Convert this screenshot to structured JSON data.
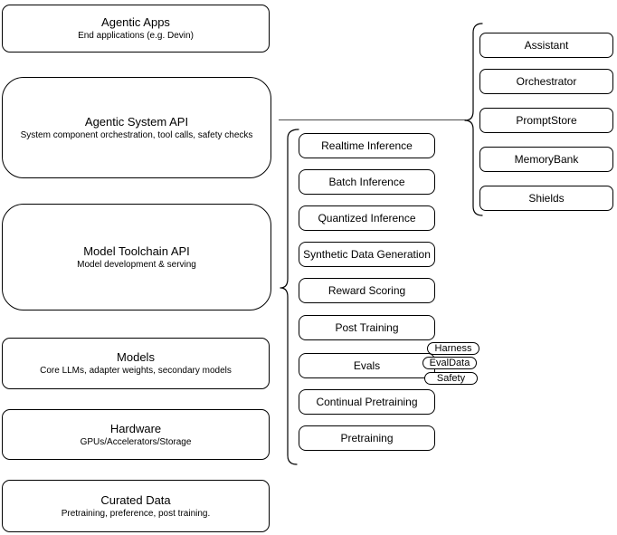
{
  "diagram": {
    "left_column": [
      {
        "title": "Agentic Apps",
        "subtitle": "End applications (e.g. Devin)"
      },
      {
        "title": "Agentic System API",
        "subtitle": "System component orchestration, tool calls, safety checks"
      },
      {
        "title": "Model Toolchain API",
        "subtitle": "Model development & serving"
      },
      {
        "title": "Models",
        "subtitle": "Core LLMs, adapter weights, secondary models"
      },
      {
        "title": "Hardware",
        "subtitle": "GPUs/Accelerators/Storage"
      },
      {
        "title": "Curated Data",
        "subtitle": "Pretraining, preference, post training."
      }
    ],
    "toolchain_items": [
      "Realtime Inference",
      "Batch Inference",
      "Quantized Inference",
      "Synthetic Data Generation",
      "Reward Scoring",
      "Post Training",
      "Evals",
      "Continual Pretraining",
      "Pretraining"
    ],
    "eval_tags": [
      "Harness",
      "EvalData",
      "Safety"
    ],
    "system_components": [
      "Assistant",
      "Orchestrator",
      "PromptStore",
      "MemoryBank",
      "Shields"
    ],
    "colors": {
      "stroke": "#000000",
      "fill": "#ffffff",
      "background": "#ffffff"
    }
  }
}
